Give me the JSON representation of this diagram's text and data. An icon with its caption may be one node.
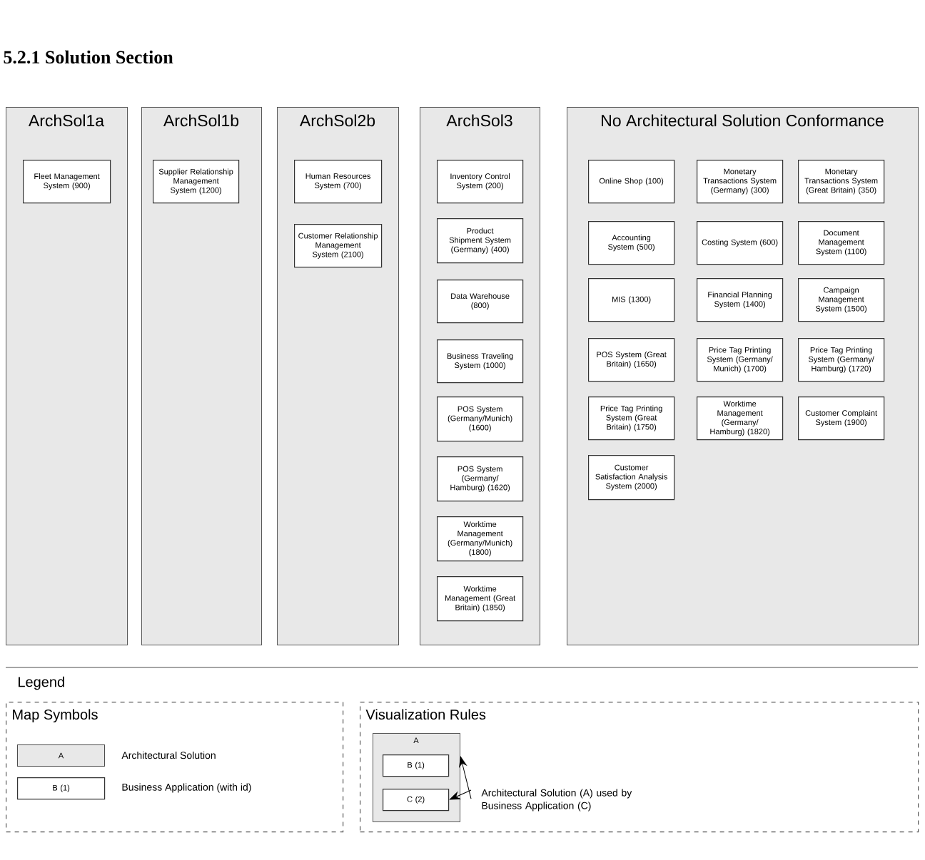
{
  "diagram": {
    "title": "5.2.1 Solution Section",
    "nodes": [
      {
        "text": [
          "ArchSol1a"
        ]
      },
      {
        "text": [
          "Fleet Management System (900)"
        ],
        "in": 0
      },
      {
        "text": [
          "ArchSol1b"
        ]
      },
      {
        "text": [
          "Supplier Relationship Management System (1200)"
        ],
        "in": 2
      },
      {
        "text": [
          "ArchSol2b"
        ]
      },
      {
        "text": [
          "Human Resources System (700)"
        ],
        "in": 4
      },
      {
        "text": [
          "Customer Relationship Management System (2100)"
        ],
        "in": 4
      },
      {
        "text": [
          "ArchSol3"
        ]
      },
      {
        "text": [
          "Inventory Control System (200)"
        ],
        "in": 7
      },
      {
        "text": [
          "Product Shipment System (Germany) (400)"
        ],
        "in": 7
      },
      {
        "text": [
          "Data Warehouse (800)"
        ],
        "in": 7
      },
      {
        "text": [
          "Business Traveling System (1000)"
        ],
        "in": 7
      },
      {
        "text": [
          "POS System (Germany/Munich) (1600)"
        ],
        "in": 7
      },
      {
        "text": [
          "POS System (Germany/ Hamburg) (1620)"
        ],
        "in": 7
      },
      {
        "text": [
          "Worktime Management (Germany/Munich) (1800)"
        ],
        "in": 7
      },
      {
        "text": [
          "Worktime Management (Great Britain) (1850)"
        ],
        "in": 7
      },
      {
        "text": [
          "No Architectural Solution Conformance"
        ]
      },
      {
        "text": [
          "Online Shop (100)"
        ],
        "in": 16
      },
      {
        "text": [
          "Monetary Transactions System (Germany) (300)"
        ],
        "in": 16
      },
      {
        "text": [
          "Monetary Transactions System (Great Britain) (350)"
        ],
        "in": 16
      },
      {
        "text": [
          "Accounting System (500)"
        ],
        "in": 16
      },
      {
        "text": [
          "Costing System (600)"
        ],
        "in": 16
      },
      {
        "text": [
          "Document Management System (1100)"
        ],
        "in": 16
      },
      {
        "text": [
          "MIS (1300)"
        ],
        "in": 16
      },
      {
        "text": [
          "Financial Planning System (1400)"
        ],
        "in": 16
      },
      {
        "text": [
          "Campaign Management System (1500)"
        ],
        "in": 16
      },
      {
        "text": [
          "POS System (Great Britain) (1650)"
        ],
        "in": 16
      },
      {
        "text": [
          "Price Tag Printing System (Germany/ Munich) (1700)"
        ],
        "in": 16
      },
      {
        "text": [
          "Price Tag Printing System (Germany/ Hamburg) (1720)"
        ],
        "in": 16
      },
      {
        "text": [
          "Price Tag Printing System (Great Britain) (1750)"
        ],
        "in": 16
      },
      {
        "text": [
          "Worktime Management (Germany/ Hamburg) (1820)"
        ],
        "in": 16
      },
      {
        "text": [
          "Customer Complaint System (1900)"
        ],
        "in": 16
      },
      {
        "text": [
          "Customer Satisfaction Analysis System (2000)"
        ],
        "in": 16
      },
      {
        "text": [
          "Map Symbols"
        ]
      },
      {
        "text": [
          "A"
        ],
        "in": 33,
        "beside": [
          "Architectural Solution"
        ]
      },
      {
        "text": [
          "B (1)"
        ],
        "in": 33,
        "beside": [
          "Business Application (with id)"
        ]
      },
      {
        "text": [
          "Visualization Rules"
        ]
      },
      {
        "text": [
          "A"
        ],
        "in": 36
      },
      {
        "text": [
          "B (1)"
        ],
        "in": 37
      },
      {
        "text": [
          "C (2)"
        ],
        "in": 37
      },
      {
        "text": [
          "Architectural Solution (A) used by Business Application (C)"
        ],
        "in": 36
      }
    ],
    "edges": [
      {
        "from": 40,
        "to": 37,
        "arrow": "to"
      },
      {
        "from": 40,
        "to": 39,
        "arrow": "to"
      }
    ],
    "labels": [
      "Legend"
    ]
  }
}
